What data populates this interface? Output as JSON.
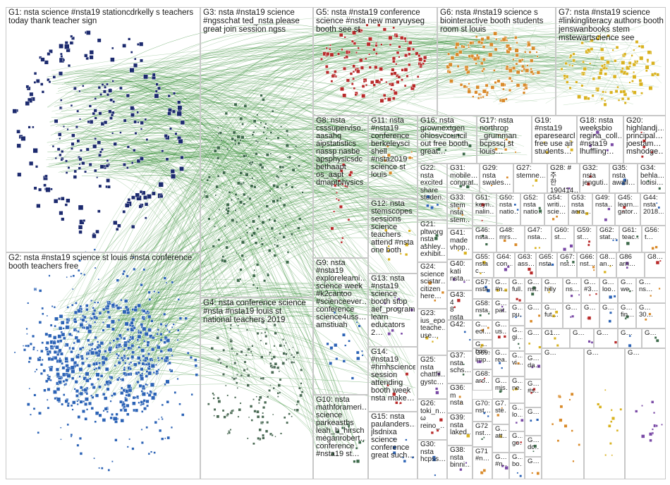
{
  "colors": {
    "edge": "#2f8a2f",
    "group_border": "#c8c8c8",
    "g1_nodes": "#1c2a6e",
    "g2_nodes": "#2c63b6",
    "g3_nodes": "#3d6a4a",
    "g4_nodes": "#4b6b55",
    "g5_nodes": "#b82a2a",
    "g6_nodes": "#d98a2a",
    "g7_nodes": "#d9b21f",
    "misc_nodes": "#7a4aa6"
  },
  "groups": [
    {
      "id": "G1",
      "label": "G1: nsta science #nsta19 stationcdrkelly s teachers today thank teacher sign"
    },
    {
      "id": "G2",
      "label": "G2: nsta #nsta19 science st louis #nsta conference booth teachers free"
    },
    {
      "id": "G3",
      "label": "G3: nsta #nsta19 science #ngsschat ted_nsta please great join session ngss"
    },
    {
      "id": "G4",
      "label": "G4: nsta conference science #nsta #nsta19 louis st national teachers 2019"
    },
    {
      "id": "G5",
      "label": "G5: nsta #nsta19 conference science #nsta new maryuyseg booth see st"
    },
    {
      "id": "G6",
      "label": "G6: nsta #nsta19 science s biointeractive booth students room st louis"
    },
    {
      "id": "G7",
      "label": "G7: nsta #nsta19 science #linkingliteracy authors booth jenswanbooks stem mstewartscience see"
    },
    {
      "id": "G8",
      "label": "G8: nsta\ncsssuperviso…\naasahq\naipstatistics\nnassp nasbe\napsphysicsdc\nbethaapt\nos_aapt\ndmaptphysics"
    },
    {
      "id": "G9",
      "label": "G9: nsta\n#nsta19\nexploreleami…\nscience week\n#k2cantoo\n#scienceever…\nconference\nscience4uss…\namstiuah"
    },
    {
      "id": "G10",
      "label": "G10: nsta\nmathforameri…\nscience\nparkeasths\nleah_b_hirsch\nmeganrobert…\nconference\n#nsta19 st…"
    },
    {
      "id": "G11",
      "label": "G11: nsta\n#nsta19\nconference\nberkeleysci\nshell\n#nsta2019\nscience st\nlouis"
    },
    {
      "id": "G12",
      "label": "G12: nsta\nstemscopes\nsessions\nscience\nteachers\nattend #nsta\none both"
    },
    {
      "id": "G13",
      "label": "G13: nsta\n#nsta19\nscience\nbooth stop\naef_program\nlearn\neducators 2…"
    },
    {
      "id": "G14",
      "label": "G14:\n#nsta19\n#hmhscience\nsession\nattending\nbooth week\nnsta make…"
    },
    {
      "id": "G15",
      "label": "G15: nsta\npaulanders…\njlsdnixa\nscience\nconference\ngreat such…"
    },
    {
      "id": "G16",
      "label": "G16: nsta\ngrownextgen\nohiosvcouncil\nout free booth\ngreat…"
    },
    {
      "id": "G17",
      "label": "G17: nsta\nnorthrop\n_grumman\nbcpsscj st\nlouis…"
    },
    {
      "id": "G18",
      "label": "G18: nsta\nweeksbio\nregina_coll…\n#nsta19\nlhuffling…"
    },
    {
      "id": "G19",
      "label": "G19:\n#nsta19\neparesearch\nfree use air\nstudents…"
    },
    {
      "id": "G20",
      "label": "G20:\nhighlandj…\nprincipal…\njoestam…\nmshodge…"
    },
    {
      "id": "G21",
      "label": "G21:\npltworg\nnsta\nashley…\nexhibit…"
    },
    {
      "id": "G22",
      "label": "G22:\nnsta\nexcited\nshare\nstuden…"
    },
    {
      "id": "G23",
      "label": "G23:\nius_epo\nteache…\nuse…"
    },
    {
      "id": "G24",
      "label": "G24:\nscience\nscistar…\ncitizen\nhere…"
    },
    {
      "id": "G25",
      "label": "G25:\nnsta\nchattfil…\ngystc…"
    },
    {
      "id": "G26",
      "label": "G26:\ntoki_n…\nω\nreino_…"
    },
    {
      "id": "G27",
      "label": "G27:\nstemne…"
    },
    {
      "id": "G28",
      "label": "G28: #주\n한\n190414…"
    },
    {
      "id": "G29",
      "label": "G29:\nnsta\nswales…"
    },
    {
      "id": "G30",
      "label": "G30:\nnsta\nhcpss…"
    },
    {
      "id": "G31",
      "label": "G31:\nmobile…\ncongrat…"
    },
    {
      "id": "G32",
      "label": "G32:\nnsta\njenguti…"
    },
    {
      "id": "G33",
      "label": "G33:\nstem\nnsta\nstem…"
    },
    {
      "id": "G34",
      "label": "G34:\nbehla…\nlouisi…"
    },
    {
      "id": "G35",
      "label": "G35:\nnsta\nawall…"
    },
    {
      "id": "G36",
      "label": "G36:\nm nsta"
    },
    {
      "id": "G37",
      "label": "G37:\nnsta\nschs…"
    },
    {
      "id": "G38",
      "label": "G38:\nnsta\nbinni…"
    },
    {
      "id": "G39",
      "label": "G39:\nnsta\nlaked…"
    },
    {
      "id": "G40",
      "label": "G40:\nkati\nnsta…"
    },
    {
      "id": "G41",
      "label": "G41:\nmade\nvhop…"
    },
    {
      "id": "G42",
      "label": "G42:"
    },
    {
      "id": "G43",
      "label": "G43: 4\n8\nnsta"
    },
    {
      "id": "G44",
      "label": "G44:\nnsta\n2018…"
    },
    {
      "id": "G45",
      "label": "G45:\nlearn…\ngator…"
    },
    {
      "id": "G46",
      "label": "G46:\nnsta…"
    },
    {
      "id": "G47",
      "label": "G47:\nnsta…"
    },
    {
      "id": "G48",
      "label": "G48:\nmrs…"
    },
    {
      "id": "G49",
      "label": "G49:\nnsta…"
    },
    {
      "id": "G50",
      "label": "G50:\nnsta\nnatio…"
    },
    {
      "id": "G51",
      "label": "G51:\nkeyn…\nnalin…"
    },
    {
      "id": "G52",
      "label": "G52:\nnsta\nnatio…"
    },
    {
      "id": "G53",
      "label": "G53:\nnsta\naera…"
    },
    {
      "id": "G54",
      "label": "G54:\nwriti…\nscie…"
    },
    {
      "id": "G55",
      "label": "G55:\nnsta\nc…"
    },
    {
      "id": "G56",
      "label": "G56:\nt…"
    },
    {
      "id": "G57",
      "label": "G57:\nnsta…"
    },
    {
      "id": "G58",
      "label": "G58:\nnsta…"
    },
    {
      "id": "G59",
      "label": "G59:\nst…"
    },
    {
      "id": "G60",
      "label": "G60:\nst…"
    },
    {
      "id": "G61",
      "label": "G61:\nteac…"
    },
    {
      "id": "G62",
      "label": "G62:\nstat…"
    },
    {
      "id": "G63",
      "label": "G63:\nass…"
    },
    {
      "id": "G64",
      "label": "G64:\ncon…"
    },
    {
      "id": "G65",
      "label": "G65:\nnsta"
    },
    {
      "id": "G66",
      "label": "G66:\nnst…"
    },
    {
      "id": "G67",
      "label": "G67:\nnst…"
    },
    {
      "id": "G68",
      "label": "G68:\naro…"
    },
    {
      "id": "G69",
      "label": "G69:\nimp…"
    },
    {
      "id": "G70",
      "label": "G70:\nnst…"
    },
    {
      "id": "G71",
      "label": "G71\n#n…"
    },
    {
      "id": "G72",
      "label": "G72\nnst…"
    },
    {
      "id": "G73",
      "label": "G7…\nste…"
    },
    {
      "id": "G74",
      "label": "G8…\nan…"
    },
    {
      "id": "G75",
      "label": "G86\narn…"
    },
    {
      "id": "G76",
      "label": "G8…"
    },
    {
      "id": "G77",
      "label": "G…\n#n…"
    },
    {
      "id": "G78",
      "label": "G…\nfull…"
    },
    {
      "id": "G79",
      "label": "G…\nnst…"
    },
    {
      "id": "G80",
      "label": "G…\nhilly"
    },
    {
      "id": "G81",
      "label": "G…\nns…"
    },
    {
      "id": "G82",
      "label": "G…\n#3…"
    },
    {
      "id": "G83",
      "label": "G…\nwe…"
    },
    {
      "id": "G84",
      "label": "G…\nfin…"
    },
    {
      "id": "G85",
      "label": "G…\n30…"
    },
    {
      "id": "G86",
      "label": "G1…"
    },
    {
      "id": "G87",
      "label": "G…\ngi…"
    },
    {
      "id": "G88",
      "label": "G…\nvi…"
    },
    {
      "id": "G89",
      "label": "G…\nlo…"
    },
    {
      "id": "G90",
      "label": "G…\nbo…"
    },
    {
      "id": "G91",
      "label": "G…\ngo…"
    },
    {
      "id": "G92",
      "label": "G…\nrea…"
    },
    {
      "id": "G93",
      "label": "G…\nmis…"
    },
    {
      "id": "G94",
      "label": "G…\nne…"
    },
    {
      "id": "G95",
      "label": "G…\npat…"
    },
    {
      "id": "G96",
      "label": "G…\npu…"
    },
    {
      "id": "G97",
      "label": "G…\neol…"
    },
    {
      "id": "G98",
      "label": "G…\nbos…"
    },
    {
      "id": "G99",
      "label": "G…\nus…"
    },
    {
      "id": "G100",
      "label": "G…\n#s…"
    },
    {
      "id": "G101",
      "label": "G…\ndc…"
    },
    {
      "id": "G102",
      "label": "G…\natt…"
    },
    {
      "id": "G103",
      "label": "G…\nda…"
    },
    {
      "id": "G104",
      "label": "G…\nns…"
    },
    {
      "id": "G105",
      "label": "G…\nloo…"
    },
    {
      "id": "G106",
      "label": "G…\nfut…"
    },
    {
      "id": "G107",
      "label": "G…\n#n…"
    },
    {
      "id": "G108",
      "label": "G…"
    },
    {
      "id": "G109",
      "label": "G…"
    },
    {
      "id": "G110",
      "label": "G…"
    },
    {
      "id": "G111",
      "label": "G…"
    },
    {
      "id": "G112",
      "label": "G…"
    },
    {
      "id": "G113",
      "label": "G…"
    },
    {
      "id": "G114",
      "label": "G…"
    },
    {
      "id": "G115",
      "label": "G…"
    },
    {
      "id": "G116",
      "label": "G…"
    },
    {
      "id": "G117",
      "label": "G…"
    },
    {
      "id": "G118",
      "label": "G…"
    },
    {
      "id": "G119",
      "label": "G…"
    },
    {
      "id": "G120",
      "label": "G…"
    },
    {
      "id": "G121",
      "label": "G…"
    }
  ]
}
